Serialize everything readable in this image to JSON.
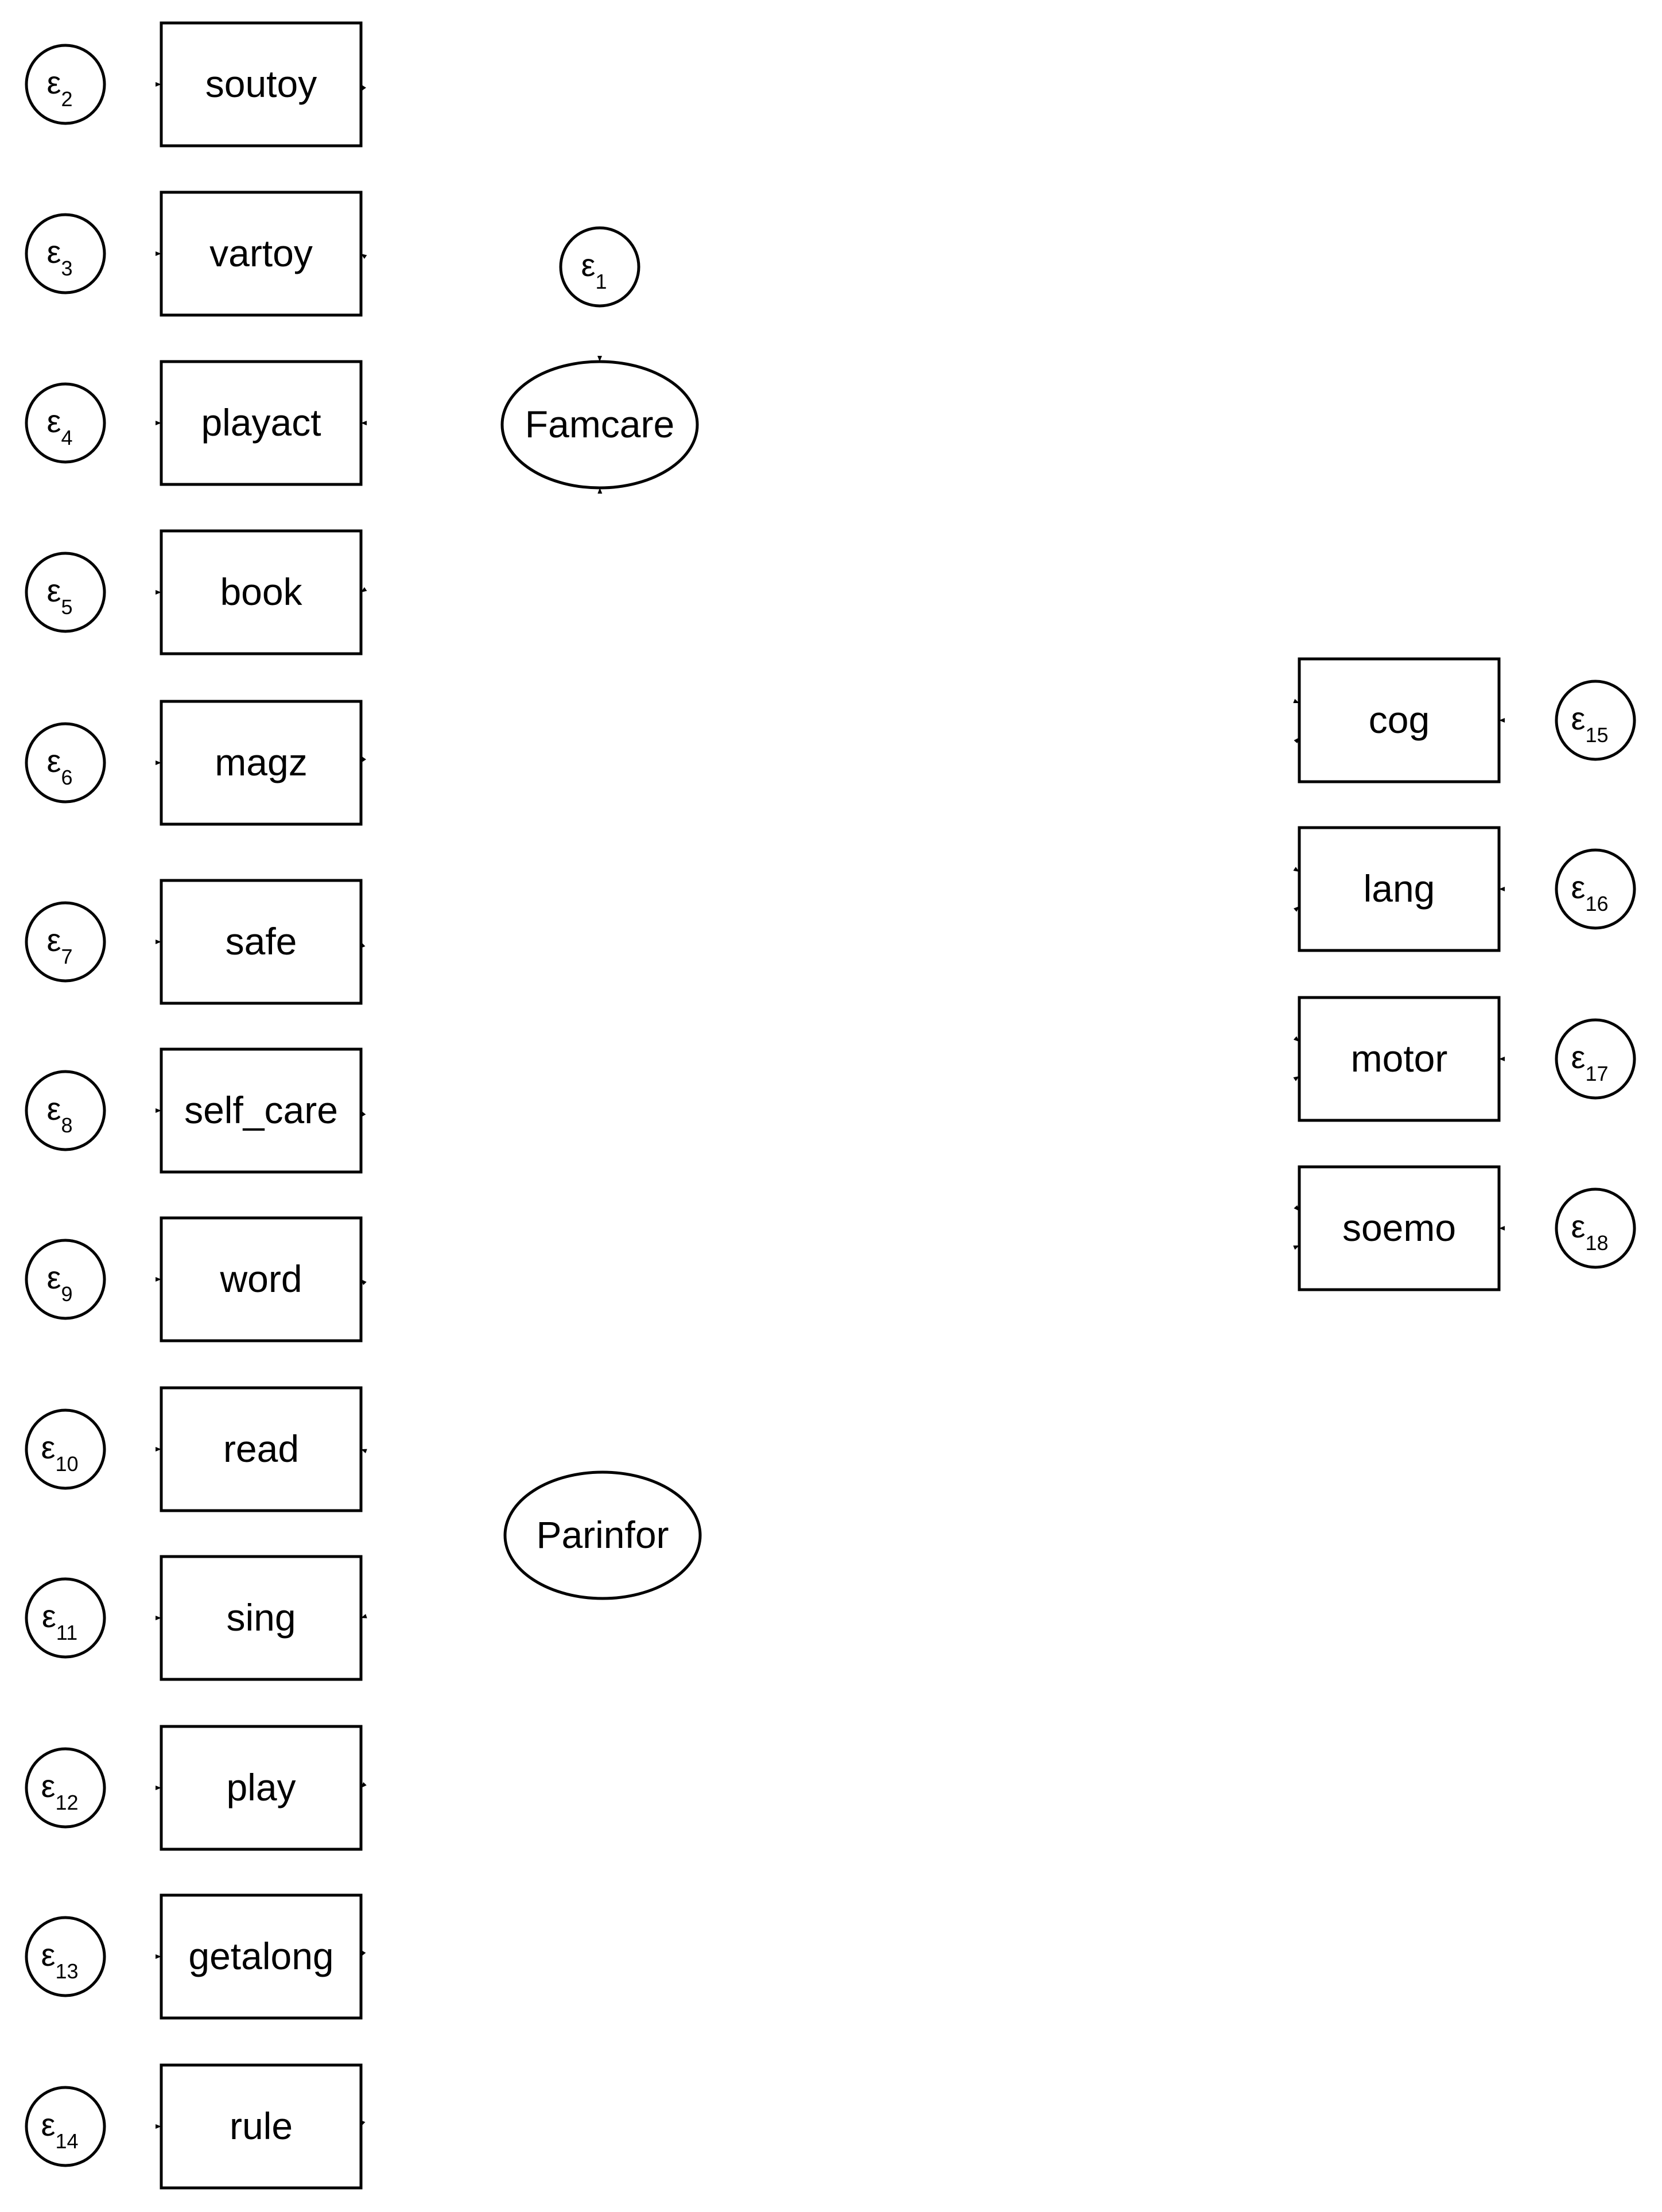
{
  "diagram": {
    "type": "structural-equation-model",
    "latent_variables": [
      {
        "id": "famcare",
        "label": "Famcare",
        "error": {
          "symbol": "ε",
          "sub": "1"
        }
      },
      {
        "id": "parinfor",
        "label": "Parinfor"
      }
    ],
    "indicators_famcare": [
      {
        "id": "soutoy",
        "label": "soutoy",
        "error": {
          "symbol": "ε",
          "sub": "2"
        }
      },
      {
        "id": "vartoy",
        "label": "vartoy",
        "error": {
          "symbol": "ε",
          "sub": "3"
        }
      },
      {
        "id": "playact",
        "label": "playact",
        "error": {
          "symbol": "ε",
          "sub": "4"
        }
      },
      {
        "id": "book",
        "label": "book",
        "error": {
          "symbol": "ε",
          "sub": "5"
        }
      },
      {
        "id": "magz",
        "label": "magz",
        "error": {
          "symbol": "ε",
          "sub": "6"
        }
      }
    ],
    "indicators_parinfor": [
      {
        "id": "safe",
        "label": "safe",
        "error": {
          "symbol": "ε",
          "sub": "7"
        }
      },
      {
        "id": "self_care",
        "label": "self_care",
        "error": {
          "symbol": "ε",
          "sub": "8"
        }
      },
      {
        "id": "word",
        "label": "word",
        "error": {
          "symbol": "ε",
          "sub": "9"
        }
      },
      {
        "id": "read",
        "label": "read",
        "error": {
          "symbol": "ε",
          "sub": "10"
        }
      },
      {
        "id": "sing",
        "label": "sing",
        "error": {
          "symbol": "ε",
          "sub": "11"
        }
      },
      {
        "id": "play",
        "label": "play",
        "error": {
          "symbol": "ε",
          "sub": "12"
        }
      },
      {
        "id": "getalong",
        "label": "getalong",
        "error": {
          "symbol": "ε",
          "sub": "13"
        }
      },
      {
        "id": "rule",
        "label": "rule",
        "error": {
          "symbol": "ε",
          "sub": "14"
        }
      }
    ],
    "outcomes": [
      {
        "id": "cog",
        "label": "cog",
        "error": {
          "symbol": "ε",
          "sub": "15"
        }
      },
      {
        "id": "lang",
        "label": "lang",
        "error": {
          "symbol": "ε",
          "sub": "16"
        }
      },
      {
        "id": "motor",
        "label": "motor",
        "error": {
          "symbol": "ε",
          "sub": "17"
        }
      },
      {
        "id": "soemo",
        "label": "soemo",
        "error": {
          "symbol": "ε",
          "sub": "18"
        }
      }
    ],
    "paths": [
      {
        "from": "famcare",
        "to": "soutoy"
      },
      {
        "from": "famcare",
        "to": "vartoy"
      },
      {
        "from": "famcare",
        "to": "playact"
      },
      {
        "from": "famcare",
        "to": "book"
      },
      {
        "from": "famcare",
        "to": "magz"
      },
      {
        "from": "parinfor",
        "to": "safe"
      },
      {
        "from": "parinfor",
        "to": "self_care"
      },
      {
        "from": "parinfor",
        "to": "word"
      },
      {
        "from": "parinfor",
        "to": "read"
      },
      {
        "from": "parinfor",
        "to": "sing"
      },
      {
        "from": "parinfor",
        "to": "play"
      },
      {
        "from": "parinfor",
        "to": "getalong"
      },
      {
        "from": "parinfor",
        "to": "rule"
      },
      {
        "from": "parinfor",
        "to": "famcare"
      },
      {
        "from": "famcare",
        "to": "cog"
      },
      {
        "from": "famcare",
        "to": "lang"
      },
      {
        "from": "famcare",
        "to": "motor"
      },
      {
        "from": "famcare",
        "to": "soemo"
      },
      {
        "from": "parinfor",
        "to": "cog"
      },
      {
        "from": "parinfor",
        "to": "lang"
      },
      {
        "from": "parinfor",
        "to": "motor"
      },
      {
        "from": "parinfor",
        "to": "soemo"
      }
    ],
    "colors": {
      "stroke": "#000000",
      "fill": "#ffffff",
      "background": "#ffffff"
    }
  }
}
